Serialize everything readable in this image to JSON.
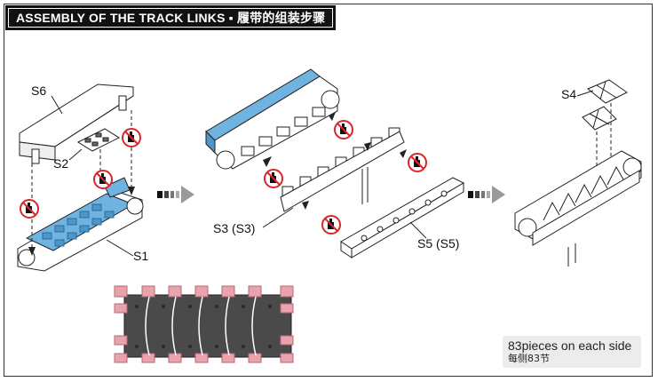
{
  "header": {
    "title": "ASSEMBLY OF THE TRACK LINKS ▪ 履带的组装步骤"
  },
  "parts": {
    "s6": "S6",
    "s2": "S2",
    "s1": "S1",
    "s3": "S3 (S3)",
    "s5": "S5 (S5)",
    "s4": "S4"
  },
  "note": {
    "english": "83pieces on each side",
    "chinese": "每侧83节"
  },
  "colors": {
    "highlight_blue": "#6fb3e0",
    "no_glue_red": "#d9262b",
    "arrow_gray": "#999999",
    "track_pink": "#e9a3ad",
    "track_dark": "#4a4a4a"
  }
}
